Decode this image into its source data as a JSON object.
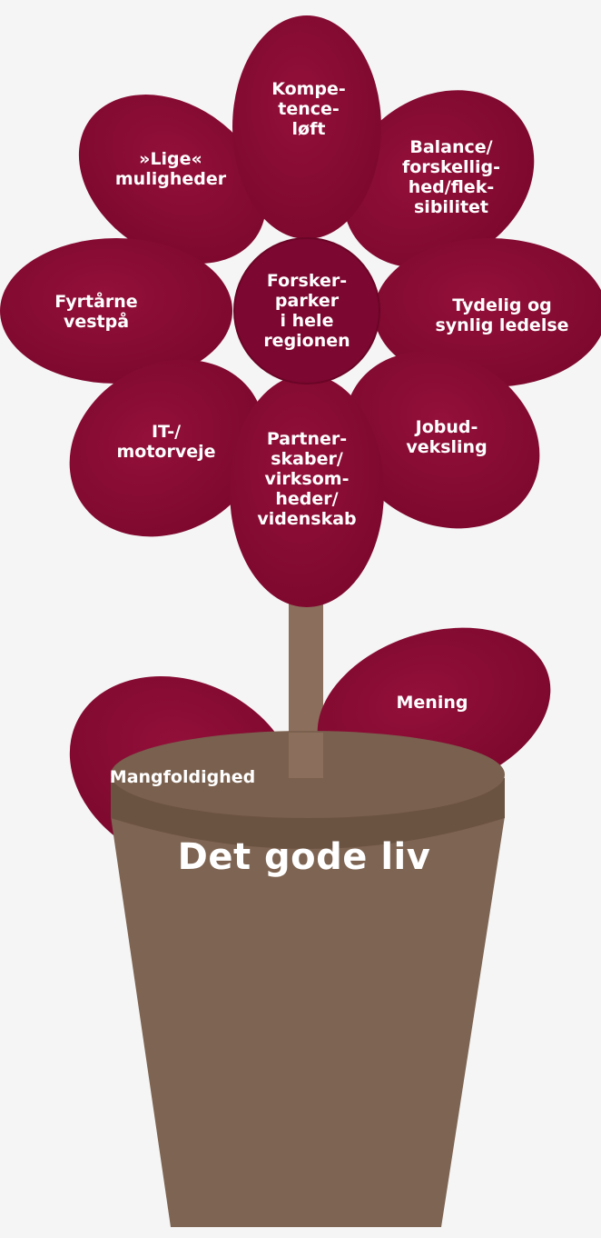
{
  "colors": {
    "petal": "#8a0a32",
    "petal_dark": "#6e0627",
    "stem": "#8b6f5c",
    "pot": "#7e6452",
    "pot_rim": "#6b5342",
    "pot_inner": "#5a4536",
    "background": "#f5f5f5",
    "text": "#ffffff"
  },
  "petals": {
    "kompetenceloeft": [
      "Kompe-",
      "tence-",
      "løft"
    ],
    "balance": [
      "Balance/",
      "forskellig-",
      "hed/flek-",
      "sibilitet"
    ],
    "lige_muligheder": [
      "»Lige«",
      "muligheder"
    ],
    "tydelig_ledelse": [
      "Tydelig og",
      "synlig ledelse"
    ],
    "fyrtaarne": [
      "Fyrtårne",
      "vestpå"
    ],
    "jobudveksling": [
      "Jobud-",
      "veksling"
    ],
    "it_motorveje": [
      "IT-/",
      "motorveje"
    ],
    "partnerskaber": [
      "Partner-",
      "skaber/",
      "virksom-",
      "heder/",
      "videnskab"
    ]
  },
  "center": [
    "Forsker-",
    "parker",
    "i hele",
    "regionen"
  ],
  "leaves": {
    "mening": "Mening",
    "mangfoldighed": "Mangfoldighed"
  },
  "pot": {
    "title": "Det gode liv"
  }
}
